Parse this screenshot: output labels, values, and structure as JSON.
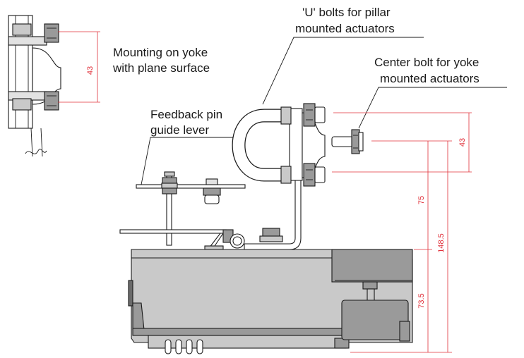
{
  "labels": {
    "u_bolts": [
      "'U' bolts for pillar",
      "mounted actuators"
    ],
    "yoke_plane": [
      "Mounting on yoke",
      "with plane surface"
    ],
    "center_bolt": [
      "Center bolt for yoke",
      "mounted actuators"
    ],
    "feedback": [
      "Feedback pin",
      "guide lever"
    ]
  },
  "dimensions": {
    "inset_bolt_spacing": "43",
    "bolt_spacing": "43",
    "upper_height": "75",
    "total_height": "148.5",
    "lower_height": "73.5"
  },
  "colors": {
    "dimension": "#e0303a",
    "outline": "#1a1a1a"
  }
}
